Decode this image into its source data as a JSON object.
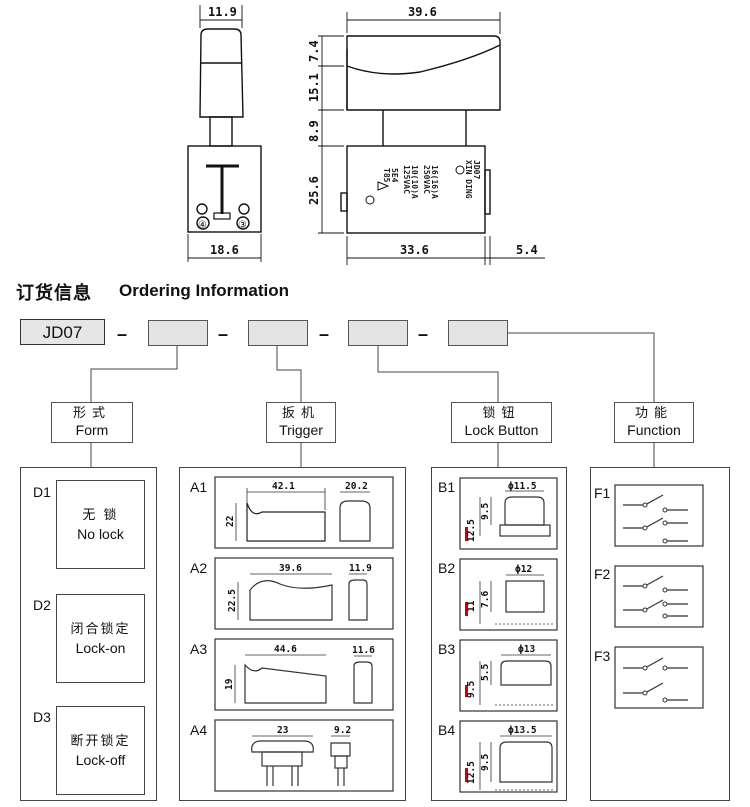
{
  "drawing": {
    "dims": {
      "side_width": "11.9",
      "top_length": "39.6",
      "h_trigger_top": "7.4",
      "h_trigger_body": "15.1",
      "h_gap": "8.9",
      "h_body": "25.6",
      "bottom_left": "18.6",
      "bottom_mid": "33.6",
      "bottom_right": "5.4"
    },
    "marks": {
      "terminal_4": "④",
      "terminal_3": "③"
    },
    "body_print": [
      "JD07",
      "XIN DING",
      "16(16)A",
      "250VAC",
      "10(10)A",
      "125VAC",
      "5E4",
      "T85"
    ]
  },
  "heading": {
    "cn": "订货信息",
    "en": "Ordering Information"
  },
  "code_prefix": "JD07",
  "separator": "–",
  "categories": [
    {
      "cn": "形式",
      "en": "Form"
    },
    {
      "cn": "扳机",
      "en": "Trigger"
    },
    {
      "cn": "锁钮",
      "en": "Lock Button"
    },
    {
      "cn": "功能",
      "en": "Function"
    }
  ],
  "form": [
    {
      "code": "D1",
      "cn": "无 锁",
      "en": "No lock"
    },
    {
      "code": "D2",
      "cn": "闭合锁定",
      "en": "Lock-on"
    },
    {
      "code": "D3",
      "cn": "断开锁定",
      "en": "Lock-off"
    }
  ],
  "trigger": [
    {
      "code": "A1",
      "length": "42.1",
      "height": "22",
      "width": "20.2"
    },
    {
      "code": "A2",
      "length": "39.6",
      "height": "22.5",
      "width": "11.9"
    },
    {
      "code": "A3",
      "length": "44.6",
      "height": "19",
      "width": "11.6"
    },
    {
      "code": "A4",
      "length": "23",
      "width": "9.2"
    }
  ],
  "lock_button": [
    {
      "code": "B1",
      "dia": "ϕ11.5",
      "h_total": "12.5",
      "h_cap": "9.5"
    },
    {
      "code": "B2",
      "dia": "ϕ12",
      "h_total": "11",
      "h_cap": "7.6"
    },
    {
      "code": "B3",
      "dia": "ϕ13",
      "h_total": "9.5",
      "h_cap": "5.5"
    },
    {
      "code": "B4",
      "dia": "ϕ13.5",
      "h_total": "12.5",
      "h_cap": "9.5"
    }
  ],
  "function": [
    {
      "code": "F1"
    },
    {
      "code": "F2"
    },
    {
      "code": "F3"
    }
  ],
  "colors": {
    "slot_fill": "#e3e3e3",
    "line": "#333333",
    "marker_red": "#cc0000"
  }
}
